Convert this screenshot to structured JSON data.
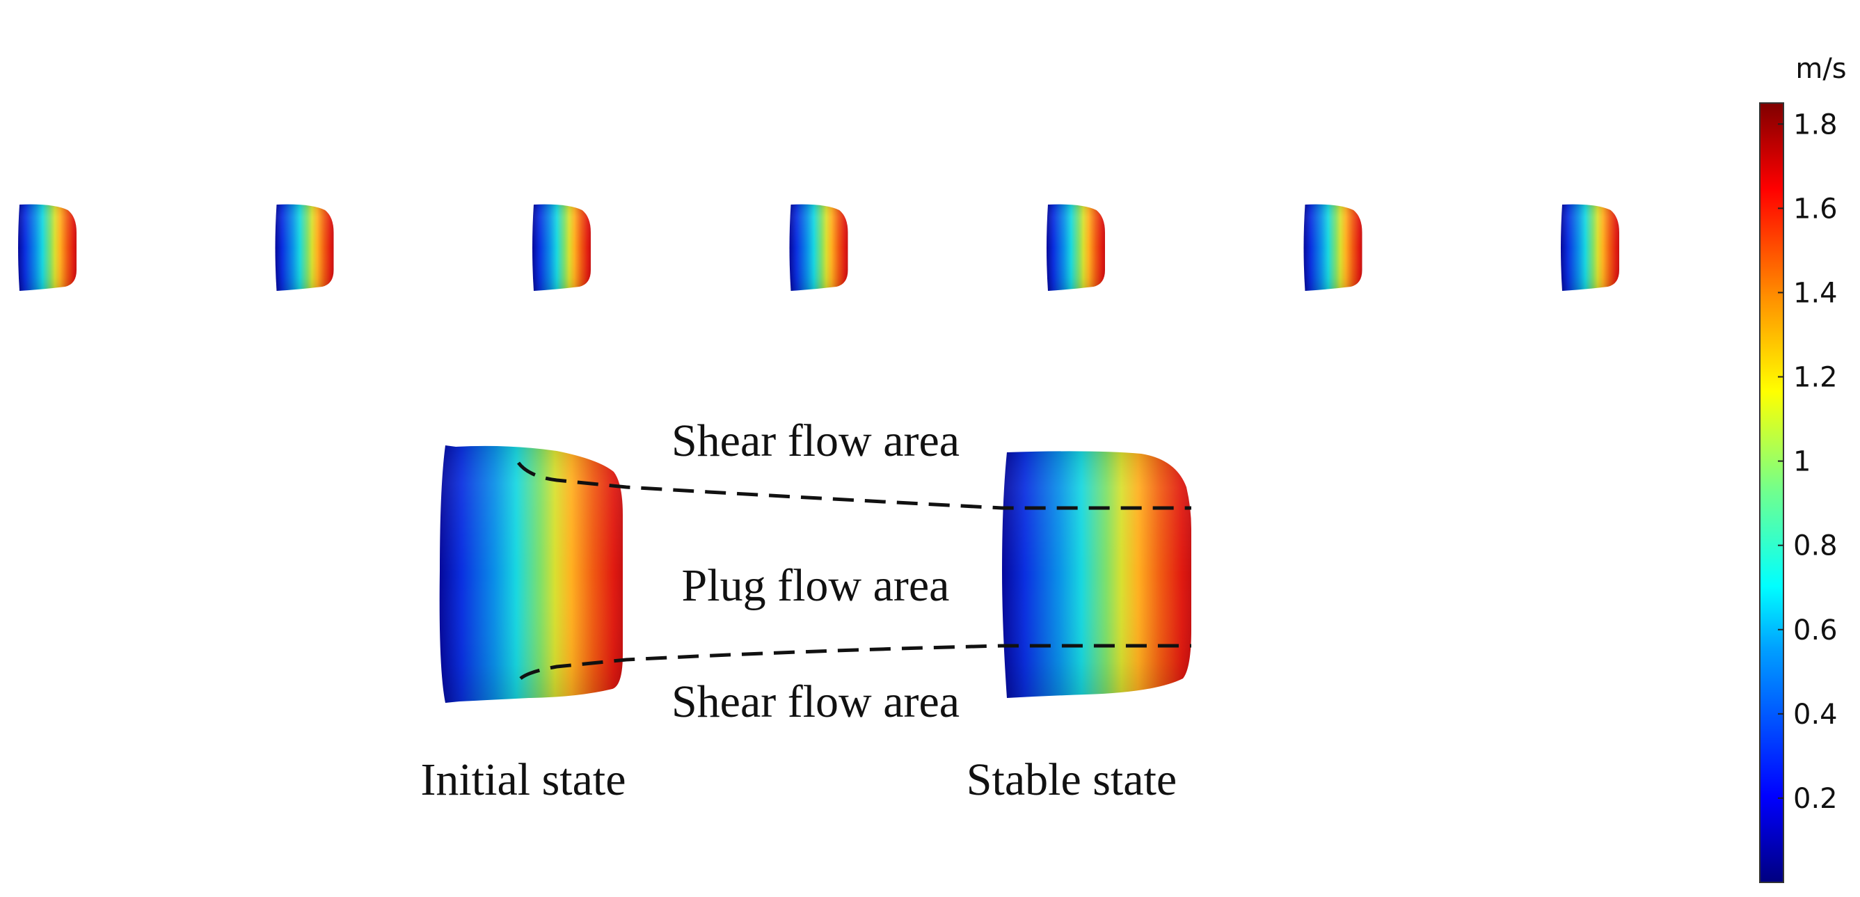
{
  "figure": {
    "labels": {
      "shear_top": "Shear flow area",
      "plug": "Plug flow area",
      "shear_bottom": "Shear flow area",
      "initial": "Initial state",
      "stable": "Stable state"
    },
    "slug_count": 7
  },
  "colorbar": {
    "unit": "m/s",
    "ticks": [
      "1.8",
      "1.6",
      "1.4",
      "1.2",
      "1",
      "0.8",
      "0.6",
      "0.4",
      "0.2"
    ],
    "range": [
      0.0,
      1.85
    ],
    "colormap": "jet",
    "colors": [
      "#00007f",
      "#0000ff",
      "#00a0ff",
      "#00ffff",
      "#6fff8f",
      "#ffff00",
      "#ff9000",
      "#ff0000",
      "#7f0000"
    ]
  }
}
